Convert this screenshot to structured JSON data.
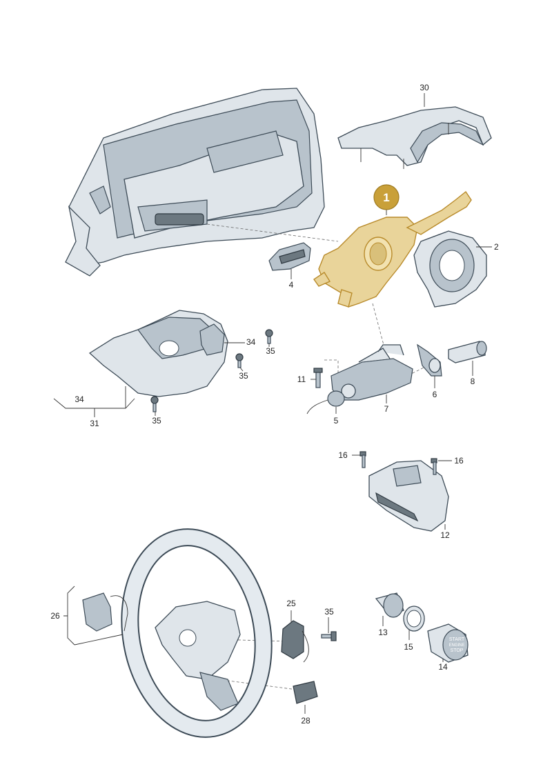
{
  "callouts": {
    "c1": "1",
    "c2": "2",
    "c4": "4",
    "c5": "5",
    "c6": "6",
    "c7": "7",
    "c8": "8",
    "c11": "11",
    "c12": "12",
    "c13": "13",
    "c14": "14",
    "c15": "15",
    "c16a": "16",
    "c16b": "16",
    "c25": "25",
    "c26": "26",
    "c28": "28",
    "c30": "30",
    "c31": "31",
    "c34a": "34",
    "c34b": "34",
    "c35a": "35",
    "c35b": "35",
    "c35c": "35",
    "c35d": "35"
  },
  "button_text": {
    "line1": "START",
    "line2": "ENGINE",
    "line3": "STOP"
  },
  "colors": {
    "highlight_fill": "#e9d49a",
    "highlight_stroke": "#b88a2a",
    "badge": "#c9a039",
    "part_fill": "#dfe5ea",
    "outline": "#3c4a56"
  }
}
